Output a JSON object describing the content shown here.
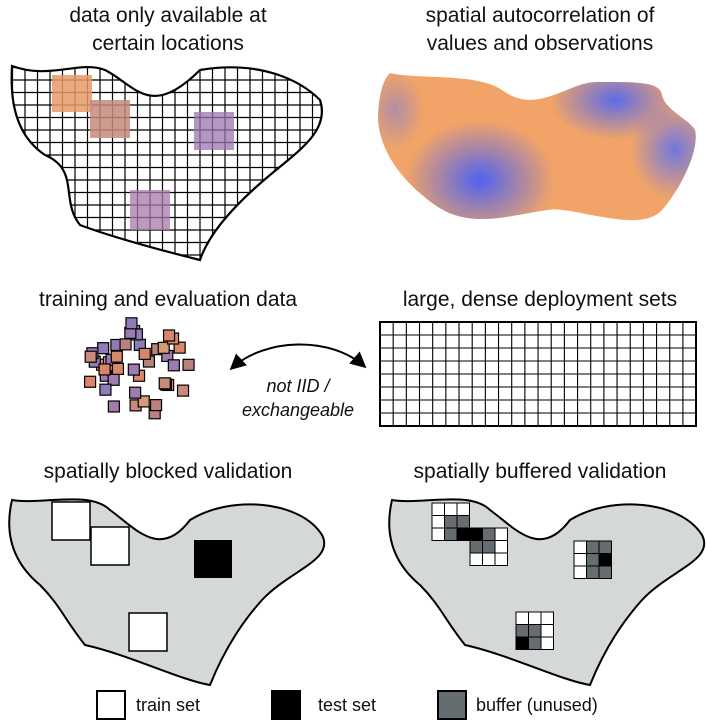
{
  "panels": {
    "top_left": {
      "line1": "data only available at",
      "line2": "certain locations"
    },
    "top_right": {
      "line1": "spatial autocorrelation of",
      "line2": "values and observations"
    },
    "mid_left": {
      "title": "training and evaluation data"
    },
    "mid_right": {
      "title": "large, dense deployment sets"
    },
    "arrow": {
      "line1": "not IID /",
      "line2": "exchangeable"
    },
    "bot_left": {
      "title": "spatially blocked validation"
    },
    "bot_right": {
      "title": "spatially buffered validation"
    }
  },
  "legend": {
    "train": "train set",
    "test": "test set",
    "buffer": "buffer (unused)"
  },
  "colors": {
    "orange": "#f2a468",
    "blue": "#5a6cf0",
    "purple": "#9a82b8",
    "region_gray": "#d4d8d6",
    "buffer_gray": "#666d70",
    "test_black": "#000000",
    "train_white": "#ffffff"
  }
}
